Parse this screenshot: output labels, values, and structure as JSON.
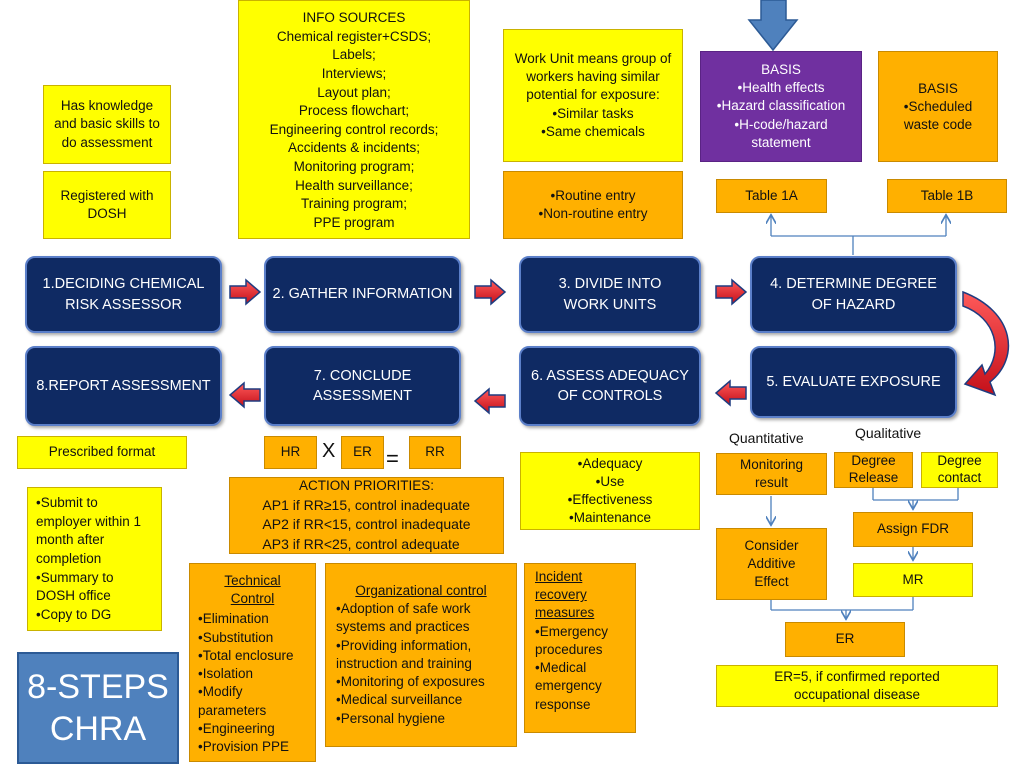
{
  "steps": {
    "s1": "1.DECIDING  CHEMICAL RISK ASSESSOR",
    "s2": "2. GATHER INFORMATION",
    "s3": "3. DIVIDE INTO WORK UNITS",
    "s4": "4. DETERMINE DEGREE OF HAZARD",
    "s5": "5. EVALUATE EXPOSURE",
    "s6": "6. ASSESS ADEQUACY OF CONTROLS",
    "s7": "7. CONCLUDE ASSESSMENT",
    "s8": "8.REPORT ASSESSMENT"
  },
  "assessor": {
    "knowledge": "Has knowledge and basic skills to do assessment",
    "registered": "Registered with DOSH"
  },
  "info_sources": {
    "title": "INFO SOURCES",
    "items": [
      "Chemical register+CSDS;",
      "Labels;",
      "Interviews;",
      "Layout plan;",
      "Process flowchart;",
      "Engineering control records;",
      "Accidents & incidents;",
      "Monitoring program;",
      "Health surveillance;",
      "Training program;",
      "PPE program"
    ]
  },
  "work_unit": {
    "definition": "Work Unit means group of workers having similar potential for exposure:",
    "items": [
      "•Similar tasks",
      "•Same chemicals"
    ],
    "entry": [
      "•Routine entry",
      "•Non-routine entry"
    ]
  },
  "hazard": {
    "basis1_title": "BASIS",
    "basis1_items": [
      "•Health effects",
      "•Hazard classification",
      "•H-code/hazard statement"
    ],
    "basis2_title": "BASIS",
    "basis2_items": [
      "•Scheduled waste code"
    ],
    "table1a": "Table 1A",
    "table1b": "Table 1B"
  },
  "exposure": {
    "quantitative": "Quantitative",
    "qualitative": "Qualitative",
    "monitoring": "Monitoring result",
    "degree_release": "Degree Release",
    "degree_contact": "Degree contact",
    "assign_fdr": "Assign FDR",
    "mr": "MR",
    "additive": "Consider Additive Effect",
    "er": "ER",
    "er_note": "ER=5, if confirmed reported occupational disease"
  },
  "adequacy": {
    "items": [
      "•Adequacy",
      "•Use",
      "•Effectiveness",
      "•Maintenance"
    ]
  },
  "conclusion": {
    "hr": "HR",
    "times": "X",
    "er": "ER",
    "equals": "=",
    "rr": "RR",
    "action_title": "ACTION PRIORITIES:",
    "action_items": [
      "AP1 if RR≥15, control inadequate",
      "AP2  if RR<15, control inadequate",
      "AP3 if RR<25, control adequate"
    ]
  },
  "controls": {
    "technical_title": "Technical Control",
    "technical_items": [
      "•Elimination",
      "•Substitution",
      "•Total enclosure",
      "•Isolation",
      "•Modify parameters",
      "•Engineering",
      "•Provision PPE"
    ],
    "organizational_title": "Organizational control",
    "organizational_items": [
      "•Adoption of safe work systems and practices",
      "•Providing information, instruction and training",
      "•Monitoring of exposures",
      "•Medical surveillance",
      "•Personal hygiene"
    ],
    "incident_title": "Incident recovery measures",
    "incident_items": [
      "•Emergency procedures",
      "•Medical emergency response"
    ]
  },
  "report": {
    "format": "Prescribed format",
    "items": [
      "•Submit to employer within 1 month after completion",
      "•Summary to DOSH office",
      "•Copy to DG"
    ]
  },
  "title": "8-STEPS CHRA",
  "colors": {
    "step_bg": "#0f2a63",
    "yellow": "#ffff00",
    "orange": "#ffb000",
    "purple": "#7030a0",
    "arrow_red": "#e8202a",
    "title_blue": "#4f81bd"
  }
}
